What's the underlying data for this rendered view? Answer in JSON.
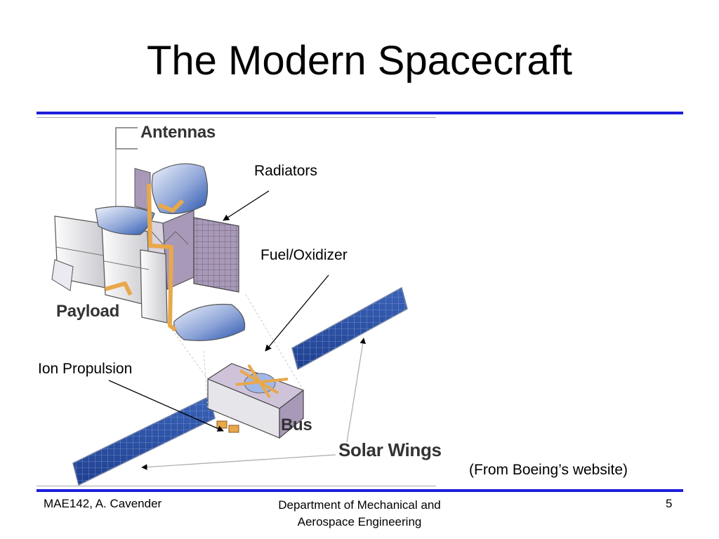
{
  "slide": {
    "title": "The Modern Spacecraft",
    "credit": "(From Boeing’s website)"
  },
  "diagram": {
    "art_labels": {
      "antennas": "Antennas",
      "payload": "Payload",
      "bus": "Bus",
      "solar_wings": "Solar Wings"
    },
    "callouts": {
      "radiators": "Radiators",
      "fuel_oxidizer": "Fuel/Oxidizer",
      "ion_propulsion": "Ion Propulsion"
    }
  },
  "footer": {
    "left": "MAE142, A. Cavender",
    "center_line1": "Department of Mechanical and",
    "center_line2": "Aerospace Engineering",
    "page_number": "5"
  },
  "colors": {
    "rule": "#1d1ddb",
    "antenna_blue": "#2a56b0",
    "panel_purple": "#a999b8",
    "piping_orange": "#e8a84a",
    "solar_blue": "#1f3f8f"
  }
}
